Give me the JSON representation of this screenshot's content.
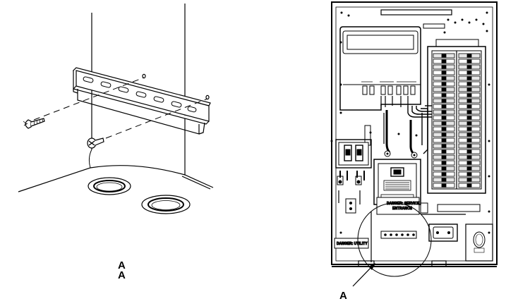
{
  "left_figure": {
    "callout_line1": "A",
    "callout_line2": "A"
  },
  "right_figure": {
    "callout": "A",
    "label_utility": "DANGER: UTILITY",
    "label_service_line1": "DANGER: SERVICE",
    "label_service_line2": "ENTRANCE"
  },
  "colors": {
    "line": "#000000",
    "paper": "#ffffff",
    "shade": "#dcdcdc"
  }
}
